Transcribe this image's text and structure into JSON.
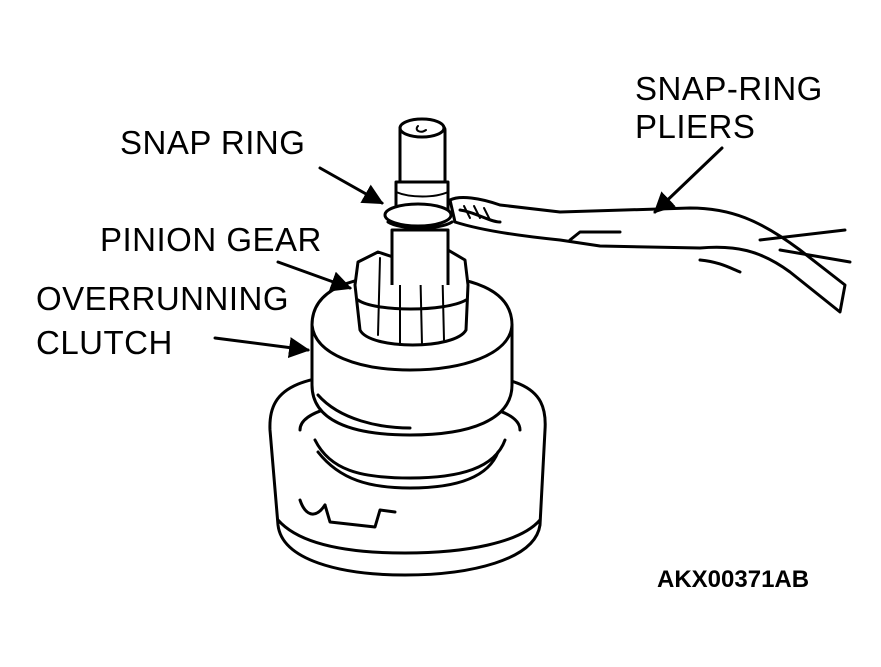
{
  "labels": {
    "snap_ring": "SNAP RING",
    "pinion_gear": "PINION GEAR",
    "overrunning_clutch_line1": "OVERRUNNING",
    "overrunning_clutch_line2": "CLUTCH",
    "snap_ring_pliers_line1": "SNAP-RING",
    "snap_ring_pliers_line2": "PLIERS"
  },
  "figure_id": "AKX00371AB",
  "colors": {
    "ink": "#000000",
    "paper": "#ffffff"
  }
}
